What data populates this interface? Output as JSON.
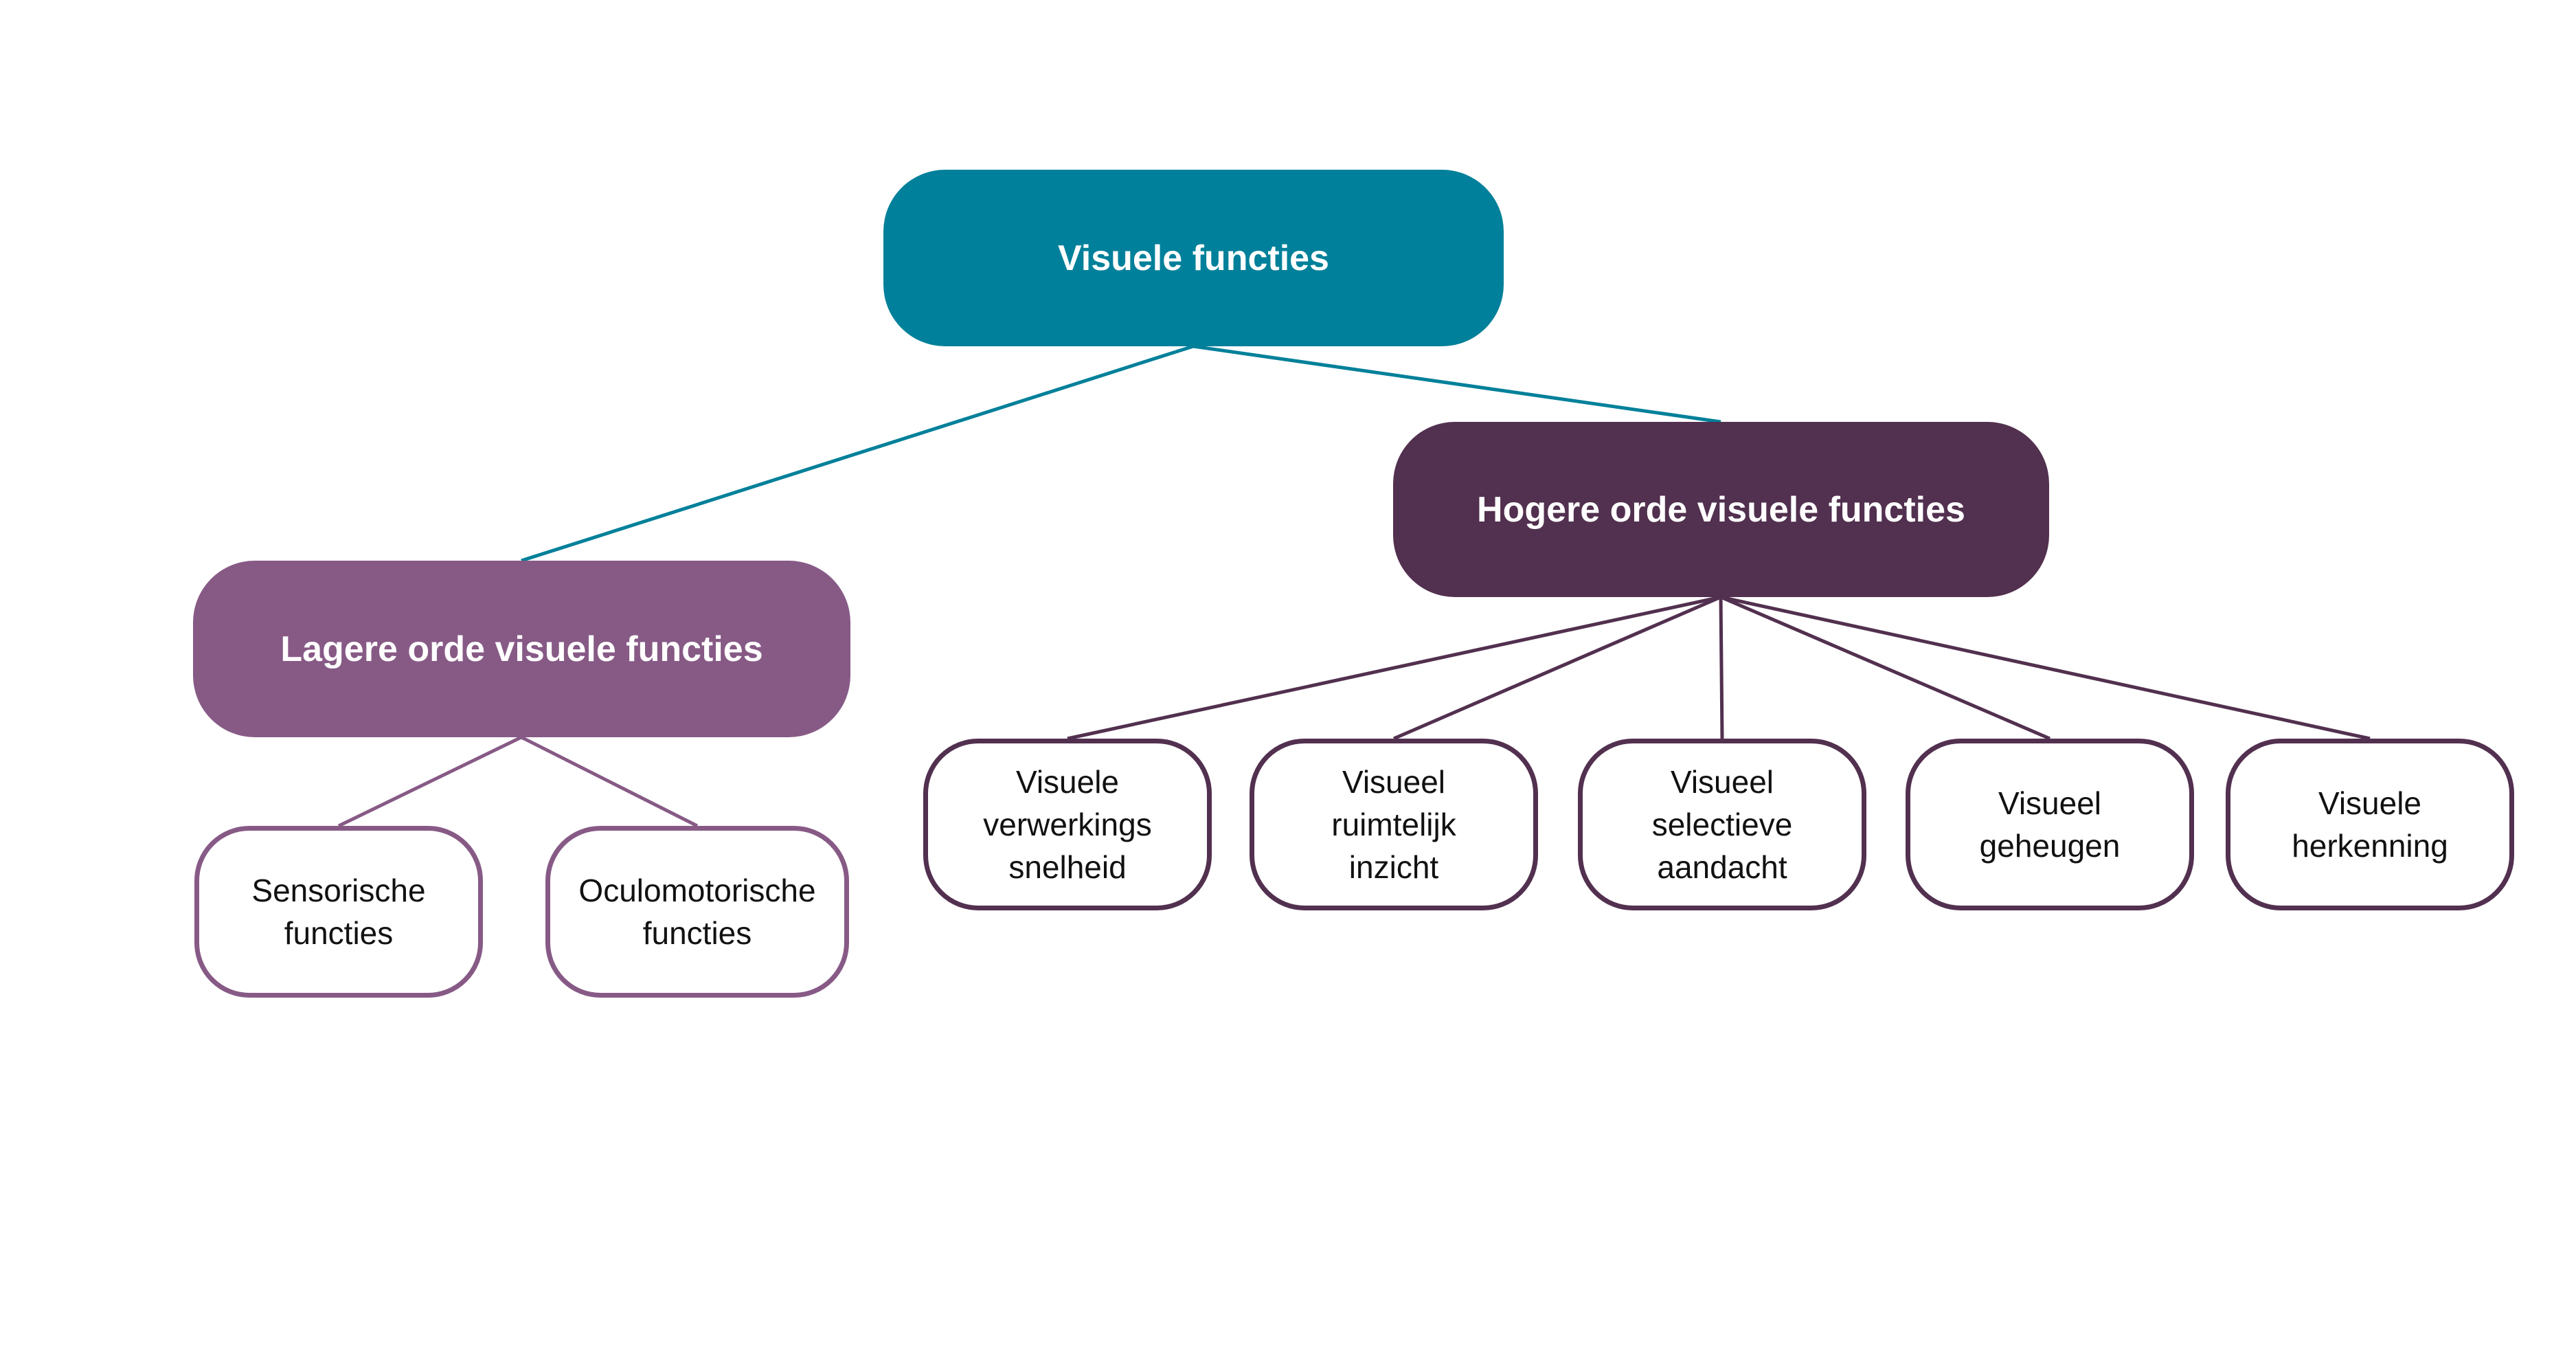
{
  "colors": {
    "root": "#00809A",
    "lower": "#875A86",
    "higher": "#52304F",
    "leaf_text": "#111111",
    "leaf_fill": "#ffffff"
  },
  "root": {
    "label": "Visuele functies"
  },
  "lower_order": {
    "label": "Lagere orde visuele functies",
    "children": [
      {
        "label": "Sensorische\nfuncties"
      },
      {
        "label": "Oculomotorische\nfuncties"
      }
    ]
  },
  "higher_order": {
    "label": "Hogere orde visuele functies",
    "children": [
      {
        "label": "Visuele\nverwerkings\nsnelheid"
      },
      {
        "label": "Visueel\nruimtelijk\ninzicht"
      },
      {
        "label": "Visueel\nselectieve\naandacht"
      },
      {
        "label": "Visueel\ngeheugen"
      },
      {
        "label": "Visuele\nherkenning"
      }
    ]
  }
}
